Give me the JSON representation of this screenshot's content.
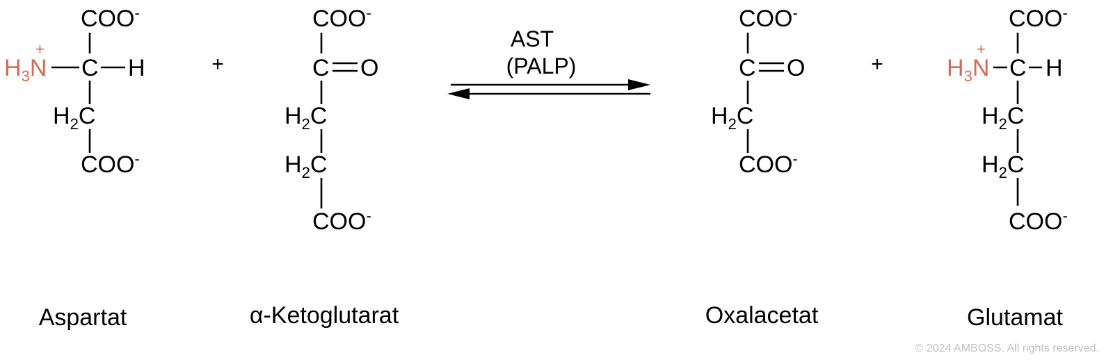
{
  "colors": {
    "bond": "#000000",
    "amino": "#d9694e",
    "copyright": "#c2c2c2"
  },
  "labels": {
    "coo": "COO",
    "charge_minus": "-",
    "charge_plus": "+",
    "h": "H",
    "c": "C",
    "o": "O",
    "n": "N",
    "sub_3": "3",
    "sub_2": "2"
  },
  "compounds": [
    {
      "name": "Aspartat"
    },
    {
      "name": "α-Ketoglutarat"
    },
    {
      "name": "Oxalacetat"
    },
    {
      "name": "Glutamat"
    }
  ],
  "reaction": {
    "plus": "+",
    "enzyme": "AST",
    "cofactor": "(PALP)"
  },
  "footer": {
    "copyright": "© 2024 AMBOSS. All rights reserved."
  }
}
